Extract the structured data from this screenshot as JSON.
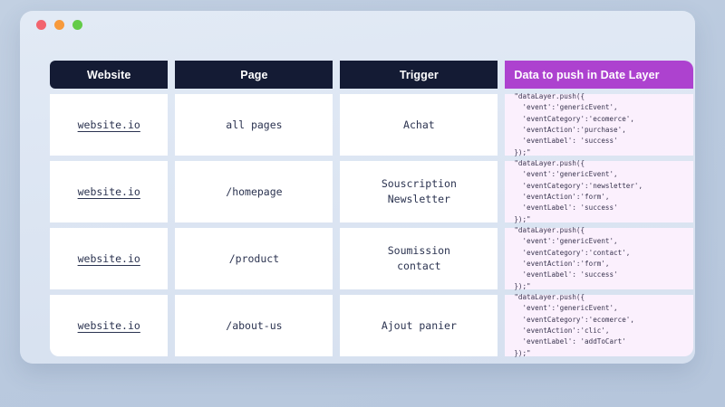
{
  "window": {
    "traffic_lights": [
      {
        "name": "close-dot",
        "color": "#f2646e"
      },
      {
        "name": "minimize-dot",
        "color": "#f79a3c"
      },
      {
        "name": "maximize-dot",
        "color": "#63cb48"
      }
    ]
  },
  "colors": {
    "page_background": "#bcccdf",
    "panel_background": "#e0e8f4",
    "header_navy": "#141b34",
    "header_accent_purple": "#ad42cf",
    "code_background": "#fbf0fd",
    "cell_background": "#ffffff",
    "text_primary": "#2b3350"
  },
  "table": {
    "columns": [
      {
        "key": "website",
        "label": "Website",
        "accent": false
      },
      {
        "key": "page",
        "label": "Page",
        "accent": false
      },
      {
        "key": "trigger",
        "label": "Trigger",
        "accent": false
      },
      {
        "key": "data",
        "label": "Data to push in Date Layer",
        "accent": true
      }
    ],
    "rows": [
      {
        "website": "website.io",
        "page": "all pages",
        "trigger": "Achat",
        "data": "\"dataLayer.push({\n  'event':'genericEvent',\n  'eventCategory':'ecomerce',\n  'eventAction':'purchase',\n  'eventLabel': 'success'\n});\""
      },
      {
        "website": "website.io",
        "page": "/homepage",
        "trigger": "Souscription\nNewsletter",
        "data": "\"dataLayer.push({\n  'event':'genericEvent',\n  'eventCategory':'newsletter',\n  'eventAction':'form',\n  'eventLabel': 'success'\n});\""
      },
      {
        "website": "website.io",
        "page": "/product",
        "trigger": "Soumission\ncontact",
        "data": "\"dataLayer.push({\n  'event':'genericEvent',\n  'eventCategory':'contact',\n  'eventAction':'form',\n  'eventLabel': 'success'\n});\""
      },
      {
        "website": "website.io",
        "page": "/about-us",
        "trigger": "Ajout panier",
        "data": "\"dataLayer.push({\n  'event':'genericEvent',\n  'eventCategory':'ecomerce',\n  'eventAction':'clic',\n  'eventLabel': 'addToCart'\n});\""
      }
    ]
  }
}
